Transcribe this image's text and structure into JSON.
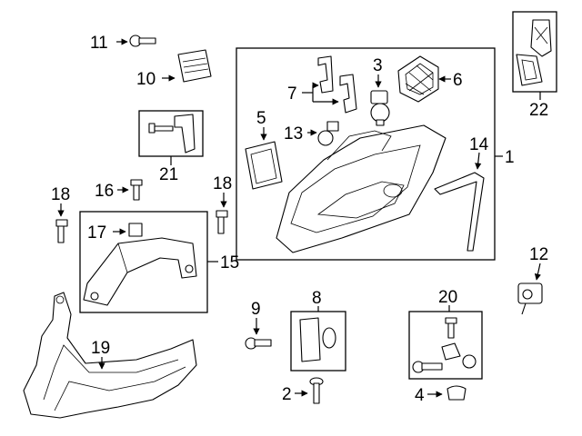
{
  "callouts": {
    "c1": "1",
    "c2": "2",
    "c3": "3",
    "c4": "4",
    "c5": "5",
    "c6": "6",
    "c7": "7",
    "c8": "8",
    "c9": "9",
    "c10": "10",
    "c11": "11",
    "c12": "12",
    "c13": "13",
    "c14": "14",
    "c15": "15",
    "c16": "16",
    "c17": "17",
    "c18a": "18",
    "c18b": "18",
    "c19": "19",
    "c20": "20",
    "c21": "21",
    "c22": "22"
  },
  "colors": {
    "line": "#000000",
    "background": "#ffffff"
  }
}
